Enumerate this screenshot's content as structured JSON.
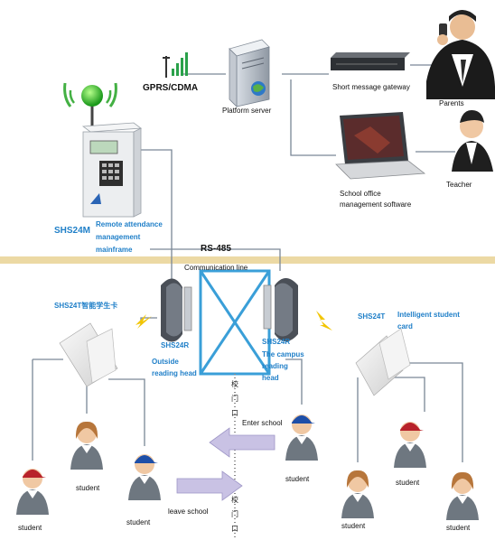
{
  "network": {
    "gprs_label": "GPRS/CDMA",
    "platform_server_label": "Platform server",
    "gateway_label": "Short message gateway",
    "parents_label": "Parents",
    "office_label_line1": "School office",
    "office_label_line2": "management software",
    "teacher_label": "Teacher"
  },
  "mainframe": {
    "model": "SHS24M",
    "desc_line1": "Remote attendance",
    "desc_line2": "management",
    "desc_line3": "mainframe"
  },
  "bus": {
    "rs485_label": "RS-485",
    "comm_line_label": "Communication line"
  },
  "left_card": {
    "model": "SHS24T智能学生卡"
  },
  "right_card": {
    "model": "SHS24T",
    "desc_line1": "Intelligent student",
    "desc_line2": "card"
  },
  "reader_out": {
    "model": "SHS24R",
    "desc_line1": "Outside",
    "desc_line2": "reading head"
  },
  "reader_in": {
    "model": "SHS24R",
    "desc_line1": "The campus",
    "desc_line2": "reading",
    "desc_line3": "head"
  },
  "gate": {
    "char1": "校",
    "char2": "门",
    "char3": "口"
  },
  "flow": {
    "enter_label": "Enter school",
    "leave_label": "leave school"
  },
  "students": {
    "label": "student"
  },
  "colors": {
    "accent_blue": "#1f7fc8",
    "gate_blue": "#3a9fd8",
    "divider": "#ecd9a4",
    "arrow_fill": "#c9c2e4"
  }
}
